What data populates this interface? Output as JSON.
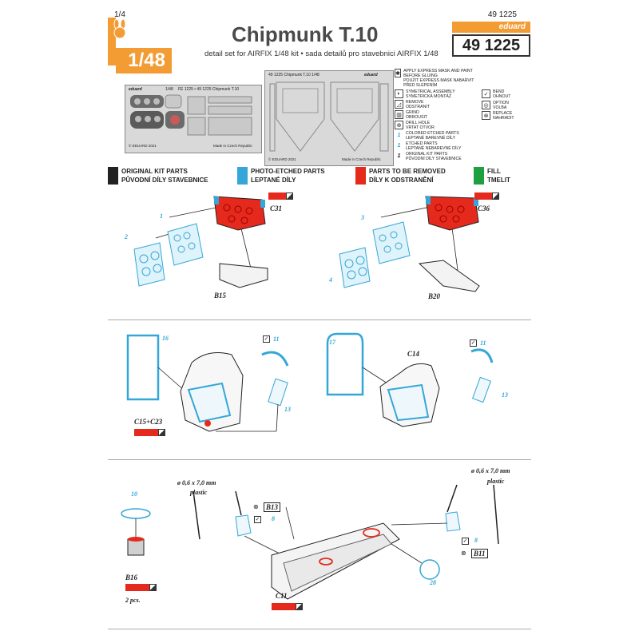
{
  "header": {
    "page": "1/4",
    "code_top": "49 1225",
    "scale": "1/48",
    "title": "Chipmunk T.10",
    "subtitle": "detail set for  AIRFIX 1/48 kit • sada detailů pro stavebnici  AIRFIX 1/48",
    "brand": "eduard",
    "code": "49 1225",
    "colors": {
      "accent": "#f39c34"
    }
  },
  "sheets": {
    "left": {
      "brand": "eduard",
      "scale": "1/48",
      "code": "FE 1225 • 49 1225 Chipmunk T.10",
      "copyright": "© EDUARD 2021",
      "made": "Made in Czech Republic"
    },
    "right": {
      "brand": "eduard",
      "code": "49 1225  Chipmunk T.10 1/48",
      "copyright": "© EDUARD 2021",
      "made": "Made in Czech Republic"
    }
  },
  "legend": {
    "left": [
      {
        "icon": "star-icon",
        "glyph": "✱",
        "en": "APPLY EXPRESS MASK AND PAINT BEFORE GLUING",
        "cz": "POUŽIT EXPRESS MASK NABARVIT PŘED SLEPENÍM"
      },
      {
        "icon": "symmetry-icon",
        "glyph": "◐",
        "en": "SYMETRICAL ASSEMBLY",
        "cz": "SYMETRICKÁ MONTÁŽ"
      },
      {
        "icon": "remove-icon",
        "glyph": "◿",
        "en": "REMOVE",
        "cz": "ODSTRANIT"
      },
      {
        "icon": "grind-icon",
        "glyph": "▥",
        "en": "GRIND",
        "cz": "OBROUSIT"
      },
      {
        "icon": "drill-icon",
        "glyph": "⊕",
        "en": "DRILL HOLE",
        "cz": "VRTAT OTVOR"
      },
      {
        "icon": "colored-etched-icon",
        "glyph": "1",
        "en": "COLORED ETCHED PARTS",
        "cz": "LEPTANÉ BAREVNÉ DÍLY"
      },
      {
        "icon": "etched-icon",
        "glyph": "1",
        "en": "ETCHED PARTS",
        "cz": "LEPTANÉ NEBAREVNÉ DÍLY"
      },
      {
        "icon": "kit-part-icon",
        "glyph": "1",
        "en": "ORIGINAL KIT PARTS",
        "cz": "PŮVODNÍ DÍLY STAVEBNICE"
      }
    ],
    "right": [
      {
        "icon": "bend-icon",
        "glyph": "✓",
        "en": "BEND",
        "cz": "OHNOUT"
      },
      {
        "icon": "option-icon",
        "glyph": "◎",
        "en": "OPTION",
        "cz": "VOLBA"
      },
      {
        "icon": "replace-icon",
        "glyph": "⊗",
        "en": "REPLACE",
        "cz": "NAHRADIT"
      }
    ]
  },
  "color_bar": [
    {
      "color": "#222222",
      "en": "ORIGINAL KIT PARTS",
      "cz": "PŮVODNÍ DÍLY STAVEBNICE"
    },
    {
      "color": "#34a7d8",
      "en": "PHOTO-ETCHED PARTS",
      "cz": "LEPTANÉ DÍLY"
    },
    {
      "color": "#e52a1d",
      "en": "PARTS TO BE REMOVED",
      "cz": "DÍLY K ODSTRANĚNÍ"
    },
    {
      "color": "#1fa040",
      "en": "FILL",
      "cz": "TMELIT"
    }
  ],
  "step1": {
    "left": {
      "n1": "1",
      "n2": "2",
      "removed": "C31",
      "base": "B15"
    },
    "right": {
      "n1": "3",
      "n2": "4",
      "removed": "C36",
      "base": "B20"
    }
  },
  "step2": {
    "left": {
      "frame": "16",
      "part": "11",
      "strap": "13",
      "seat": "C15+C23"
    },
    "right": {
      "frame": "17",
      "seat": "C14",
      "part": "11",
      "strap": "13"
    }
  },
  "step3": {
    "ring": "10",
    "base": "B16",
    "qty": "2 pcs.",
    "rod_left": "ø 0,6 x 7,0 mm",
    "rod_left_mat": "plastic",
    "rod_right": "ø 0,6 x 7,0 mm",
    "rod_right_mat": "plastic",
    "replace_left": "B13",
    "part_left": "8",
    "part_right": "8",
    "replace_right": "B11",
    "floor": "C11",
    "disc": "28"
  }
}
